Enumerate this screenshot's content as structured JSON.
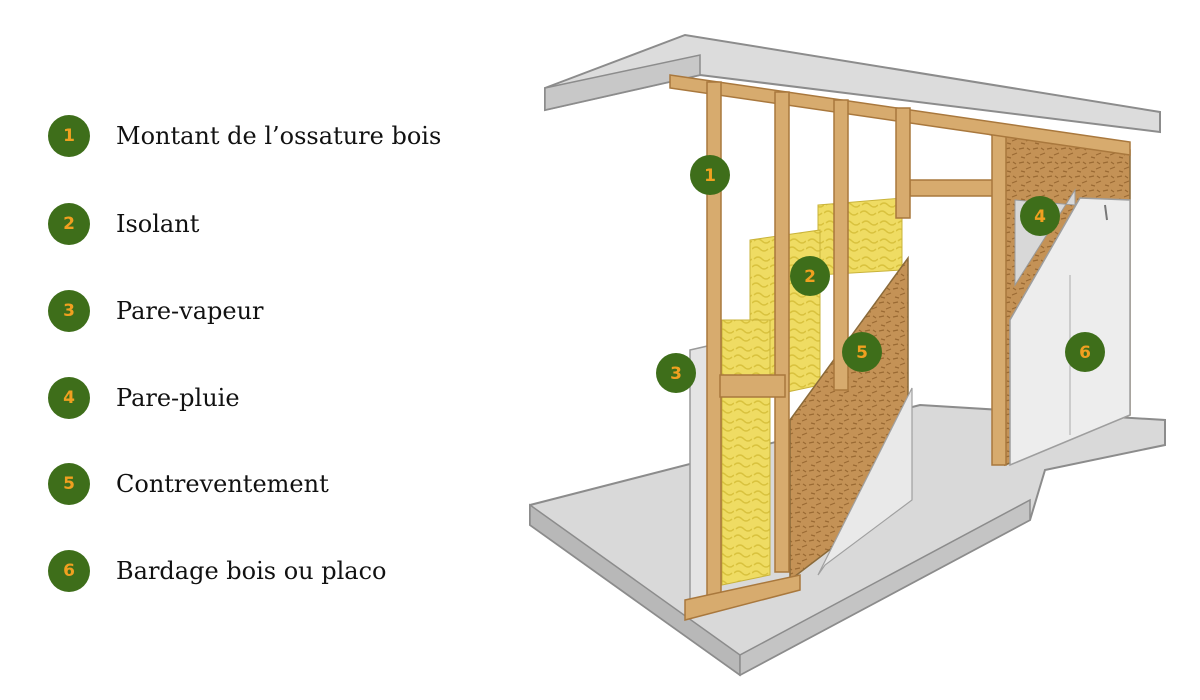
{
  "colors": {
    "badge_fill": "#3e6e1a",
    "badge_text": "#f0a020",
    "wood": "#d7ab6e",
    "wood_dark": "#a9783d",
    "insulation": "#efdc63",
    "osb": "#c49256",
    "concrete": "#d6d6d6",
    "placo": "#ececec"
  },
  "legend": [
    {
      "number": "1",
      "label": "Montant de l’ossature bois"
    },
    {
      "number": "2",
      "label": "Isolant"
    },
    {
      "number": "3",
      "label": "Pare-vapeur"
    },
    {
      "number": "4",
      "label": "Pare-pluie"
    },
    {
      "number": "5",
      "label": "Contreventement"
    },
    {
      "number": "6",
      "label": "Bardage bois ou placo"
    }
  ],
  "callouts": [
    "1",
    "2",
    "3",
    "4",
    "5",
    "6"
  ]
}
